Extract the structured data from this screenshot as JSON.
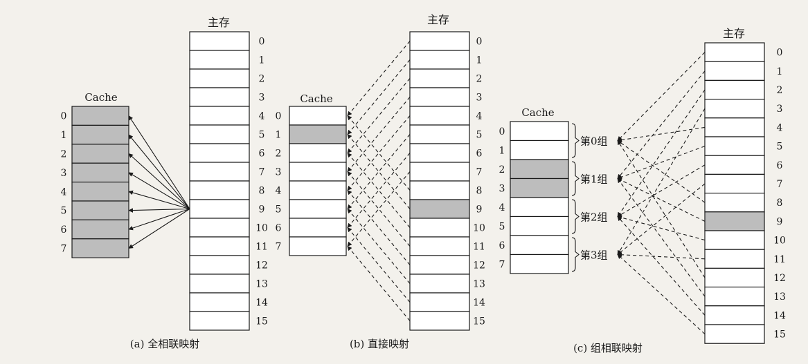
{
  "diagrams": [
    {
      "caption": "(a) 全相联映射",
      "cache_label": "Cache",
      "memory_label": "主存",
      "cache_lines": [
        "0",
        "1",
        "2",
        "3",
        "4",
        "5",
        "6",
        "7"
      ],
      "memory_blocks": [
        "0",
        "1",
        "2",
        "3",
        "4",
        "5",
        "6",
        "7",
        "8",
        "9",
        "10",
        "11",
        "12",
        "13",
        "14",
        "15"
      ],
      "shaded_cache_lines": [
        0,
        1,
        2,
        3,
        4,
        5,
        6,
        7
      ],
      "shaded_memory_blocks": []
    },
    {
      "caption": "(b) 直接映射",
      "cache_label": "Cache",
      "memory_label": "主存",
      "cache_lines": [
        "0",
        "1",
        "2",
        "3",
        "4",
        "5",
        "6",
        "7"
      ],
      "memory_blocks": [
        "0",
        "1",
        "2",
        "3",
        "4",
        "5",
        "6",
        "7",
        "8",
        "9",
        "10",
        "11",
        "12",
        "13",
        "14",
        "15"
      ],
      "shaded_cache_lines": [
        1
      ],
      "shaded_memory_blocks": [
        9
      ]
    },
    {
      "caption": "(c) 组相联映射",
      "cache_label": "Cache",
      "memory_label": "主存",
      "cache_lines": [
        "0",
        "1",
        "2",
        "3",
        "4",
        "5",
        "6",
        "7"
      ],
      "memory_blocks": [
        "0",
        "1",
        "2",
        "3",
        "4",
        "5",
        "6",
        "7",
        "8",
        "9",
        "10",
        "11",
        "12",
        "13",
        "14",
        "15"
      ],
      "groups": [
        "第0组",
        "第1组",
        "第2组",
        "第3组"
      ],
      "shaded_cache_lines": [
        2,
        3
      ],
      "shaded_memory_blocks": [
        9
      ]
    }
  ],
  "colors": {
    "background": "#f3f1ec",
    "line": "#1a1a1a",
    "shade": "#bdbdbd"
  }
}
